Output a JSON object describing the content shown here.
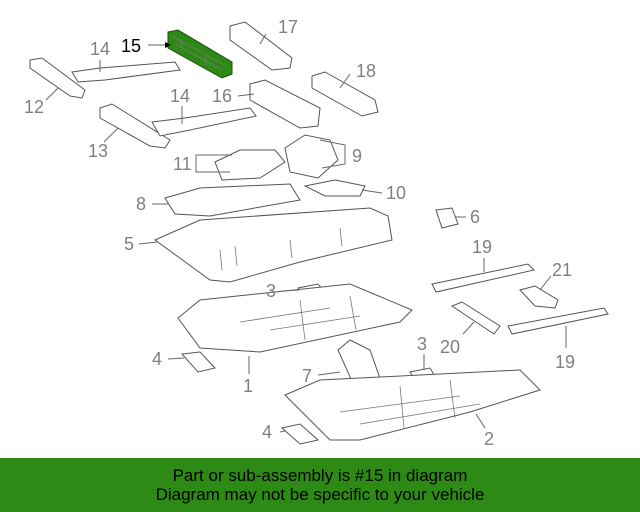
{
  "colors": {
    "highlight": "#2d8a14",
    "banner_bg": "#2d8a14",
    "callout_gray": "#808080",
    "callout_highlight": "#000000"
  },
  "callouts": {
    "c1": "1",
    "c2": "2",
    "c3a": "3",
    "c3b": "3",
    "c4a": "4",
    "c4b": "4",
    "c5": "5",
    "c6": "6",
    "c7": "7",
    "c8": "8",
    "c9": "9",
    "c10": "10",
    "c11": "11",
    "c12": "12",
    "c13": "13",
    "c14a": "14",
    "c14b": "14",
    "c15": "15",
    "c16": "16",
    "c17": "17",
    "c18": "18",
    "c19a": "19",
    "c19b": "19",
    "c20": "20",
    "c21": "21"
  },
  "banner": {
    "line1": "Part or sub-assembly is #15 in diagram",
    "line2": "Diagram may not be specific to your vehicle"
  }
}
